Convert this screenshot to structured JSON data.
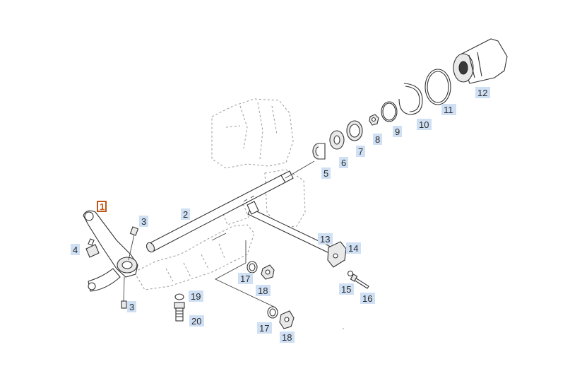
{
  "diagram": {
    "selected_callout": "1",
    "colors": {
      "callout_bg": "#cfe0f4",
      "selected": "#c0571a"
    },
    "callouts": [
      {
        "id": "c1",
        "label": "1"
      },
      {
        "id": "c2",
        "label": "2"
      },
      {
        "id": "c3a",
        "label": "3"
      },
      {
        "id": "c3b",
        "label": "3"
      },
      {
        "id": "c4",
        "label": "4"
      },
      {
        "id": "c5",
        "label": "5"
      },
      {
        "id": "c6",
        "label": "6"
      },
      {
        "id": "c7",
        "label": "7"
      },
      {
        "id": "c8",
        "label": "8"
      },
      {
        "id": "c9",
        "label": "9"
      },
      {
        "id": "c10",
        "label": "10"
      },
      {
        "id": "c11",
        "label": "11"
      },
      {
        "id": "c12",
        "label": "12"
      },
      {
        "id": "c13",
        "label": "13"
      },
      {
        "id": "c14",
        "label": "14"
      },
      {
        "id": "c15",
        "label": "15"
      },
      {
        "id": "c16",
        "label": "16"
      },
      {
        "id": "c17a",
        "label": "17"
      },
      {
        "id": "c17b",
        "label": "17"
      },
      {
        "id": "c18a",
        "label": "18"
      },
      {
        "id": "c18b",
        "label": "18"
      },
      {
        "id": "c19",
        "label": "19"
      },
      {
        "id": "c20",
        "label": "20"
      }
    ]
  }
}
